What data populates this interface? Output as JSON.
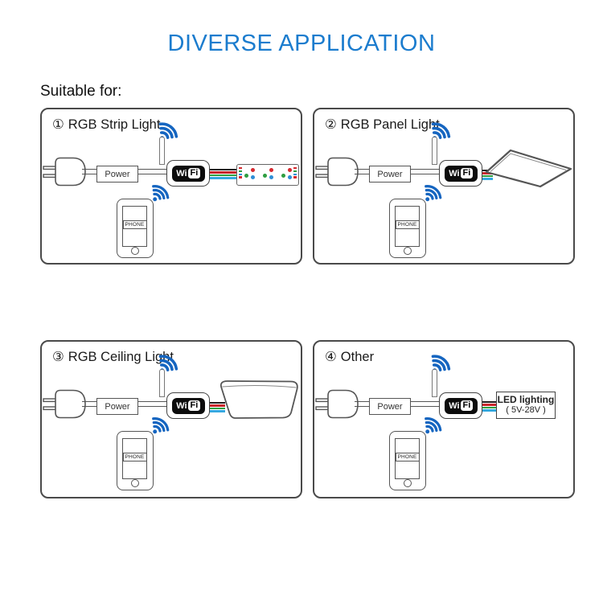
{
  "title": "DIVERSE APPLICATION",
  "subtitle": "Suitable for:",
  "colors": {
    "title_blue": "#1b7cce",
    "wifi_blue": "#1565c0",
    "wire_black": "#231f20",
    "wire_red": "#c9252b",
    "wire_green": "#2f9e41",
    "wire_blue": "#35a8e0",
    "led_red": "#d62a30",
    "led_green": "#2f9e41",
    "led_blue": "#2f8fd6"
  },
  "shared": {
    "power_label": "Power",
    "wifi_wi": "Wi",
    "wifi_fi": "Fi",
    "phone_label": "PHONE"
  },
  "panels": [
    {
      "number": "①",
      "title": "RGB Strip Light"
    },
    {
      "number": "②",
      "title": "RGB Panel Light"
    },
    {
      "number": "③",
      "title": "RGB Ceiling Light"
    },
    {
      "number": "④",
      "title": "Other",
      "led_box_line1": "LED lighting",
      "led_box_line2": "( 5V-28V )"
    }
  ]
}
